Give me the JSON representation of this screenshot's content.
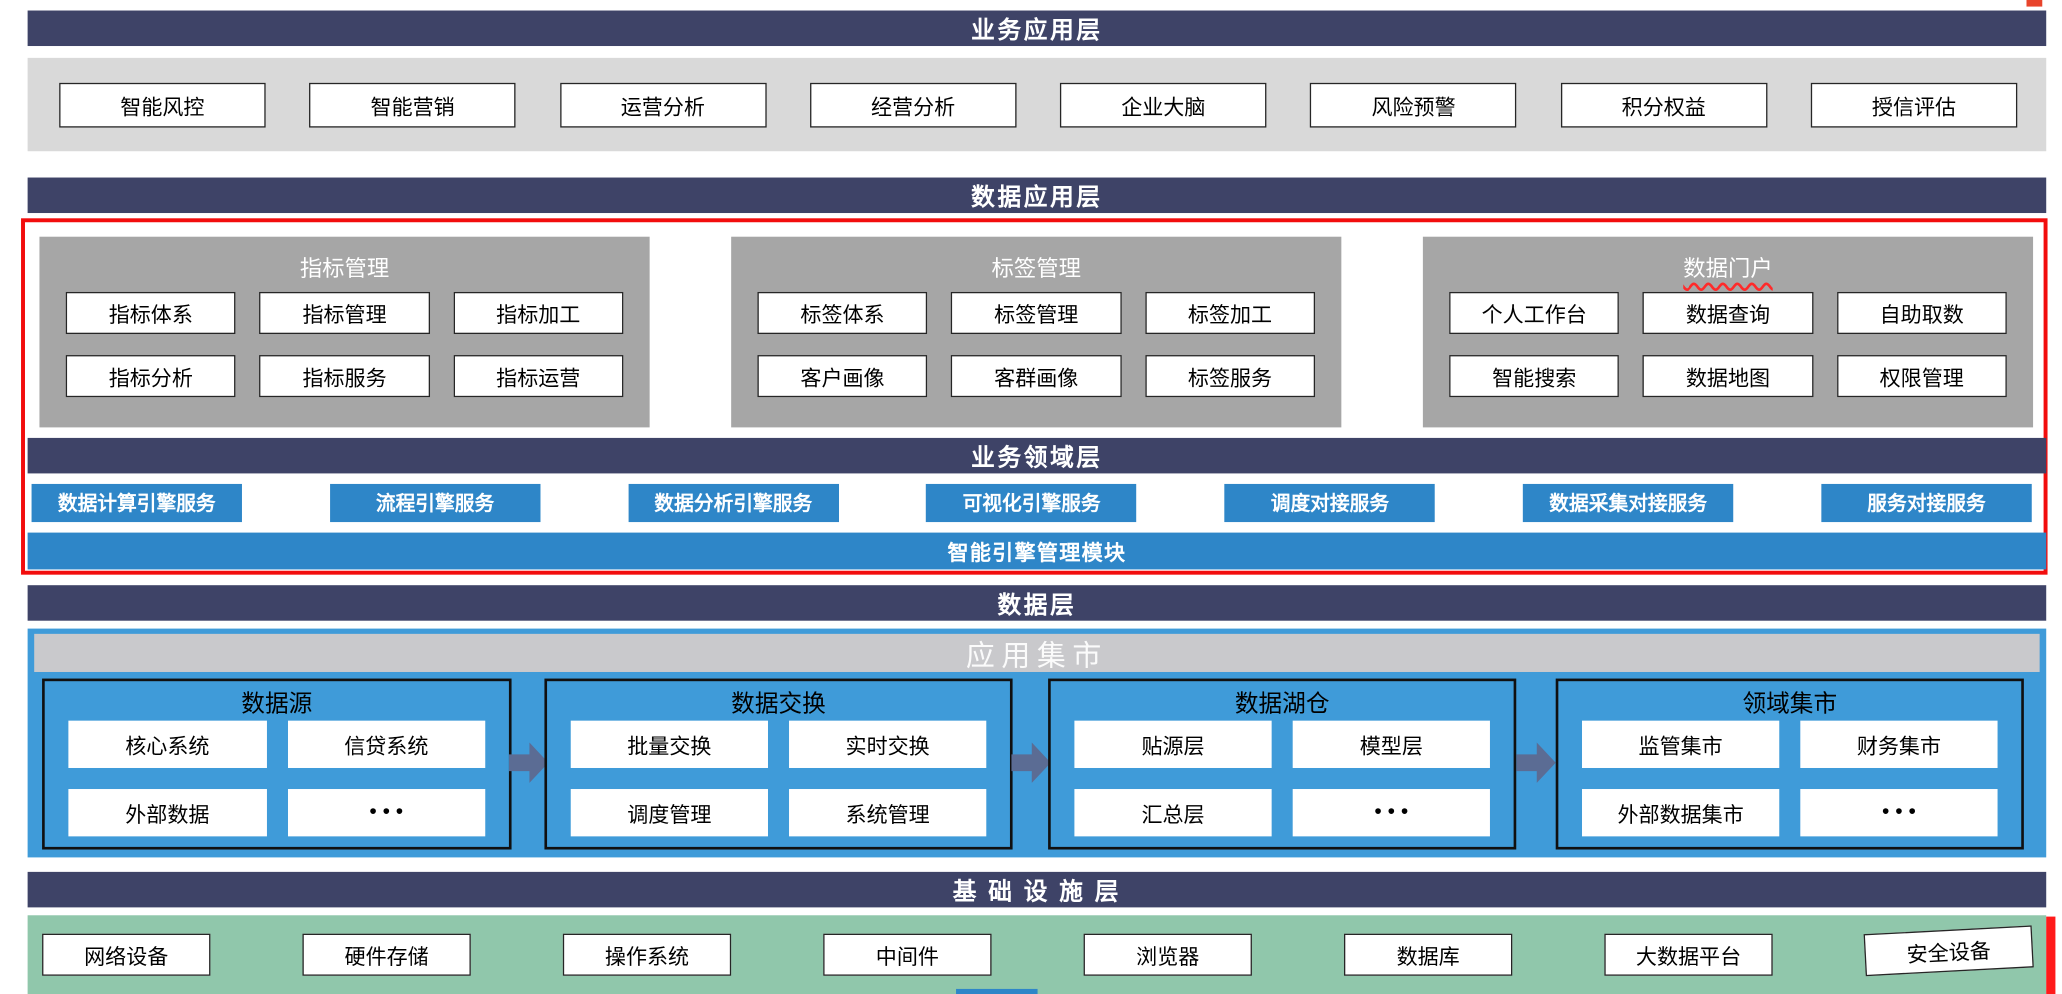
{
  "colors": {
    "layer_header": "#3E4367",
    "band_gray": "#D9D9D9",
    "panel_gray": "#A6A6A6",
    "service_blue": "#2E86C8",
    "data_panel_blue": "#3F9BD9",
    "mart_header_silver": "#C9C9CC",
    "infra_green": "#90C7AB",
    "annotation_red": "#F20D0D",
    "arrow_slate": "#5B6C94"
  },
  "business_app": {
    "title": "业务应用层",
    "items": [
      "智能风控",
      "智能营销",
      "运营分析",
      "经营分析",
      "企业大脑",
      "风险预警",
      "积分权益",
      "授信评估"
    ]
  },
  "data_app": {
    "title": "数据应用层",
    "panels": [
      {
        "title": "指标管理",
        "items": [
          "指标体系",
          "指标管理",
          "指标加工",
          "指标分析",
          "指标服务",
          "指标运营"
        ]
      },
      {
        "title": "标签管理",
        "items": [
          "标签体系",
          "标签管理",
          "标签加工",
          "客户画像",
          "客群画像",
          "标签服务"
        ]
      },
      {
        "title": "数据门户",
        "items": [
          "个人工作台",
          "数据查询",
          "自助取数",
          "智能搜索",
          "数据地图",
          "权限管理"
        ]
      }
    ]
  },
  "business_domain": {
    "title": "业务领域层",
    "services": [
      "数据计算引擎服务",
      "流程引擎服务",
      "数据分析引擎服务",
      "可视化引擎服务",
      "调度对接服务",
      "数据采集对接服务",
      "服务对接服务"
    ],
    "engine_module": "智能引擎管理模块"
  },
  "data_layer": {
    "title": "数据层",
    "mart_title": "应用集市",
    "panels": [
      {
        "title": "数据源",
        "items": [
          "核心系统",
          "信贷系统",
          "外部数据",
          "• • •"
        ]
      },
      {
        "title": "数据交换",
        "items": [
          "批量交换",
          "实时交换",
          "调度管理",
          "系统管理"
        ]
      },
      {
        "title": "数据湖仓",
        "items": [
          "贴源层",
          "模型层",
          "汇总层",
          "• • •"
        ]
      },
      {
        "title": "领域集市",
        "items": [
          "监管集市",
          "财务集市",
          "外部数据集市",
          "• • •"
        ]
      }
    ]
  },
  "infrastructure": {
    "title": "基 础 设 施 层",
    "items": [
      "网络设备",
      "硬件存储",
      "操作系统",
      "中间件",
      "浏览器",
      "数据库",
      "大数据平台",
      "安全设备"
    ]
  }
}
